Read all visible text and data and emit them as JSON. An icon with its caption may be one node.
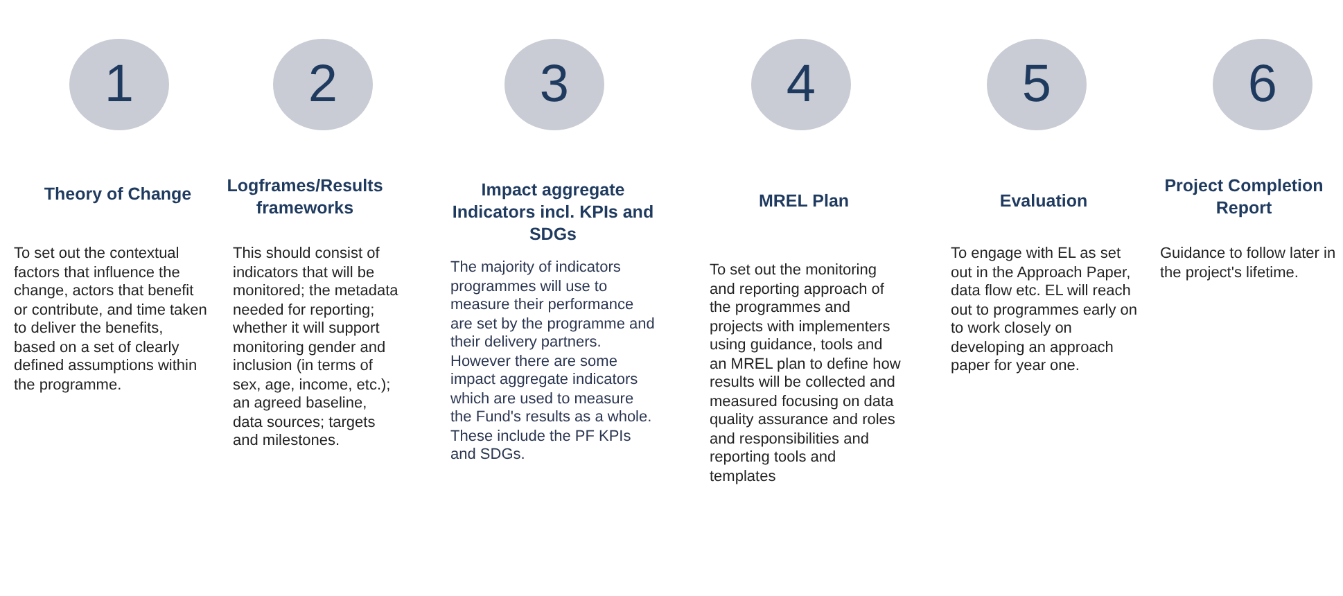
{
  "diagram": {
    "nodes": [
      {
        "text": [
          "1"
        ]
      },
      {
        "text": [
          "2"
        ]
      },
      {
        "text": [
          "3"
        ]
      },
      {
        "text": [
          "4"
        ]
      },
      {
        "text": [
          "5"
        ]
      },
      {
        "text": [
          "6"
        ]
      }
    ],
    "labels": [
      "Theory of Change",
      "To set out the contextual factors that influence the change, actors that benefit or contribute, and time taken to deliver the benefits, based on a set of clearly defined assumptions within the programme.",
      "Logframes/Results frameworks",
      "This should consist of indicators that will be monitored; the metadata needed for reporting; whether it will support monitoring gender and inclusion (in terms of sex, age, income, etc.); an agreed baseline, data sources; targets and milestones.",
      "Impact aggregate Indicators incl. KPIs and SDGs",
      "The majority of indicators programmes will use to measure their performance are set by the programme and their delivery partners. However there are some impact aggregate indicators which are used to measure the Fund's results as a whole. These include the PF KPIs and SDGs.",
      "MREL Plan",
      "To set out the monitoring and reporting approach of the programmes and projects with implementers using guidance, tools and an MREL plan to define how results will be collected and measured focusing on data quality assurance and roles and responsibilities and reporting tools and templates",
      "Evaluation",
      "To engage with EL as set out in the Approach Paper, data flow etc. EL will reach out to programmes early on to work closely on developing an approach paper for year one.",
      "Project Completion Report",
      "Guidance to follow later in the project's lifetime."
    ]
  }
}
